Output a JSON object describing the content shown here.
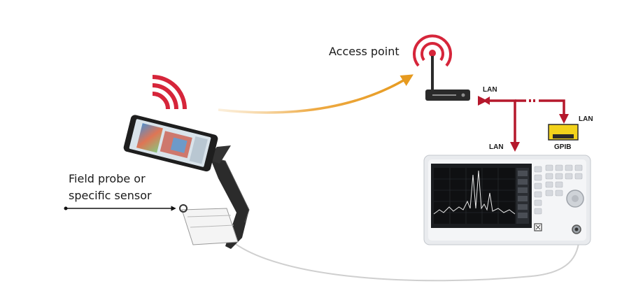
{
  "labels": {
    "access_point": "Access point",
    "probe_line1": "Field probe or",
    "probe_line2": "specific sensor",
    "lan_top": "LAN",
    "lan_right": "LAN",
    "lan_bottom": "LAN",
    "gpib": "GPIB"
  },
  "colors": {
    "signal": "#d6253a",
    "link": "#b5182c",
    "arrow": "#e69a1f",
    "gpib_box": "#f2d21b",
    "device_dark": "#2a2a2a",
    "analyzer_body": "#e9ebee"
  },
  "icons": {
    "phone_wifi": "wifi-signal-icon",
    "router_wifi": "wifi-signal-icon"
  }
}
